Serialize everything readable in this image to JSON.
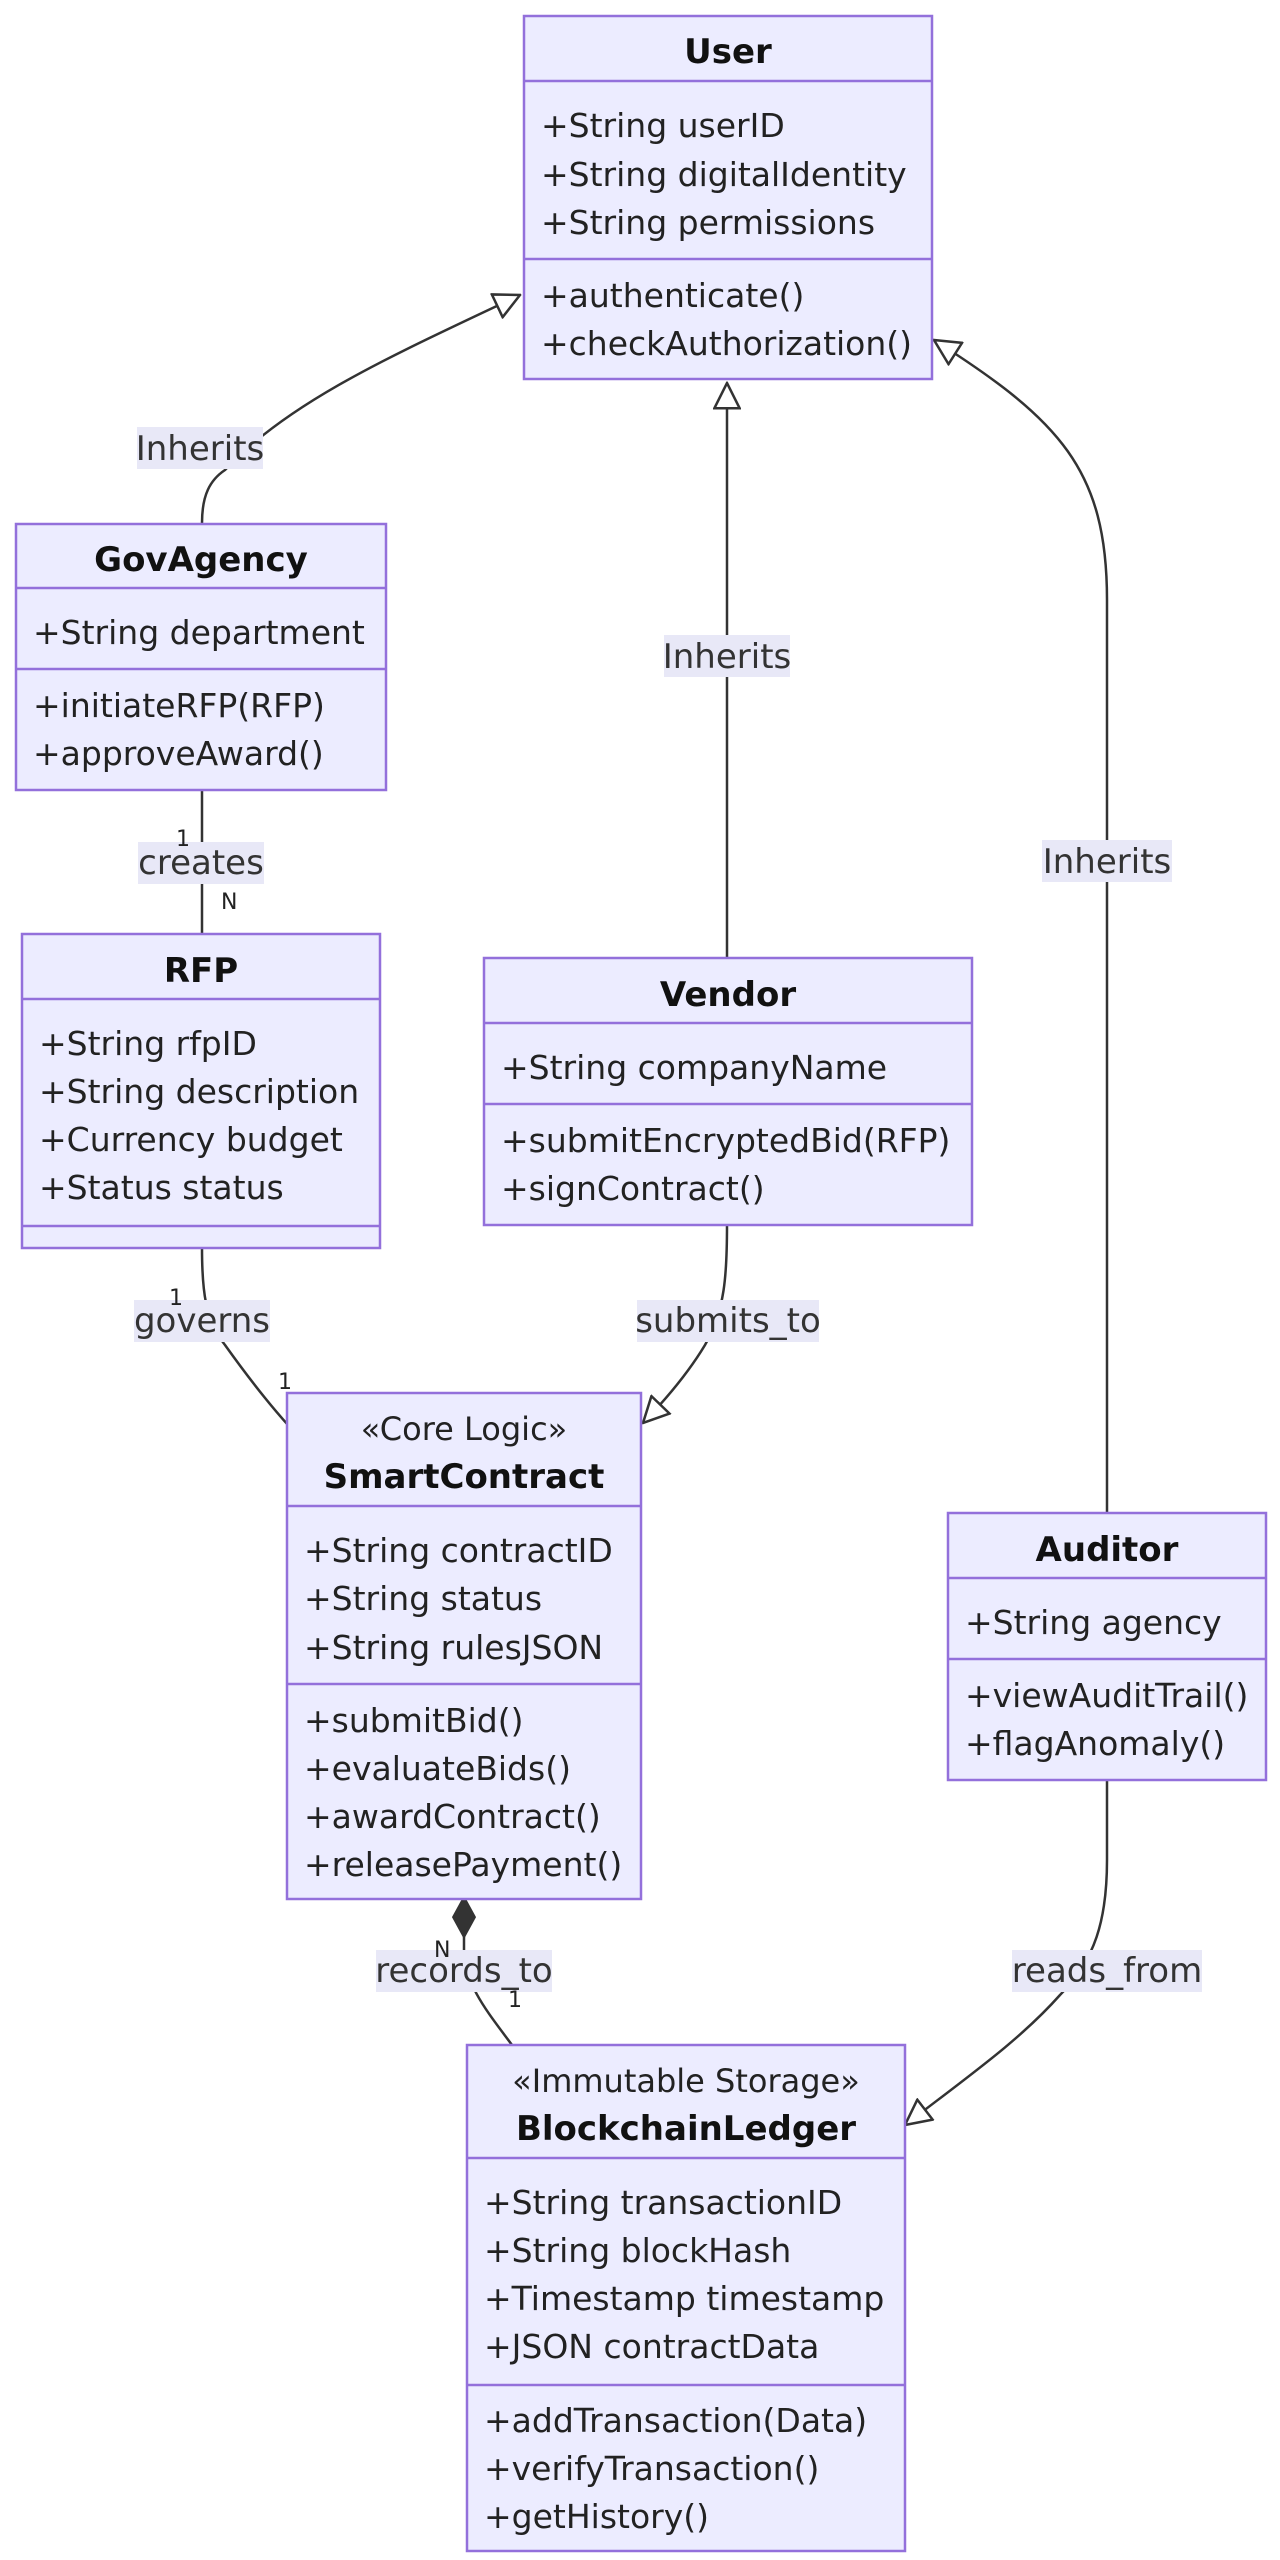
{
  "diagram": {
    "classes": {
      "user": {
        "name": "User",
        "attributes": [
          "+String userID",
          "+String digitalIdentity",
          "+String permissions"
        ],
        "methods": [
          "+authenticate()",
          "+checkAuthorization()"
        ]
      },
      "govagency": {
        "name": "GovAgency",
        "attributes": [
          "+String department"
        ],
        "methods": [
          "+initiateRFP(RFP)",
          "+approveAward()"
        ]
      },
      "rfp": {
        "name": "RFP",
        "attributes": [
          "+String rfpID",
          "+String description",
          "+Currency budget",
          "+Status status"
        ],
        "methods": []
      },
      "vendor": {
        "name": "Vendor",
        "attributes": [
          "+String companyName"
        ],
        "methods": [
          "+submitEncryptedBid(RFP)",
          "+signContract()"
        ]
      },
      "smartcontract": {
        "stereotype": "«Core Logic»",
        "name": "SmartContract",
        "attributes": [
          "+String contractID",
          "+String status",
          "+String rulesJSON"
        ],
        "methods": [
          "+submitBid()",
          "+evaluateBids()",
          "+awardContract()",
          "+releasePayment()"
        ]
      },
      "auditor": {
        "name": "Auditor",
        "attributes": [
          "+String agency"
        ],
        "methods": [
          "+viewAuditTrail()",
          "+flagAnomaly()"
        ]
      },
      "ledger": {
        "stereotype": "«Immutable Storage»",
        "name": "BlockchainLedger",
        "attributes": [
          "+String transactionID",
          "+String blockHash",
          "+Timestamp timestamp",
          "+JSON contractData"
        ],
        "methods": [
          "+addTransaction(Data)",
          "+verifyTransaction()",
          "+getHistory()"
        ]
      }
    },
    "relations": {
      "govagency_user": {
        "label": "Inherits",
        "type": "inheritance"
      },
      "vendor_user": {
        "label": "Inherits",
        "type": "inheritance"
      },
      "auditor_user": {
        "label": "Inherits",
        "type": "inheritance"
      },
      "govagency_rfp": {
        "label": "creates",
        "from_mult": "1",
        "to_mult": "N",
        "type": "association"
      },
      "rfp_smartcontract": {
        "label": "governs",
        "from_mult": "1",
        "to_mult": "1",
        "type": "association"
      },
      "vendor_smartcontract": {
        "label": "submits_to",
        "type": "realization"
      },
      "smartcontract_ledger": {
        "label": "records_to",
        "from_mult": "N",
        "to_mult": "1",
        "type": "composition"
      },
      "auditor_ledger": {
        "label": "reads_from",
        "type": "realization"
      }
    },
    "colors": {
      "box_fill": "#ececff",
      "box_stroke": "#9370db",
      "edge": "#333333",
      "label_bg": "#e8e8f7"
    }
  }
}
